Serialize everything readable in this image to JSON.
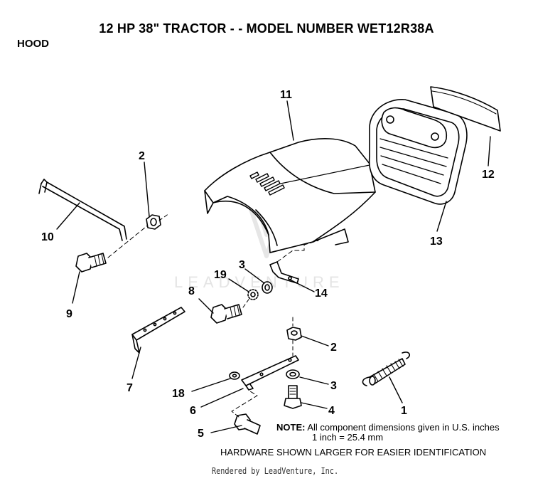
{
  "title": "12 HP 38\" TRACTOR - - MODEL NUMBER WET12R38A",
  "section": "HOOD",
  "watermark": "LEADVENTURE",
  "callouts": {
    "c1": "1",
    "c2a": "2",
    "c2b": "2",
    "c3a": "3",
    "c3b": "3",
    "c4": "4",
    "c5": "5",
    "c6": "6",
    "c7": "7",
    "c8": "8",
    "c9": "9",
    "c10": "10",
    "c11": "11",
    "c12": "12",
    "c13": "13",
    "c14": "14",
    "c18": "18",
    "c19": "19"
  },
  "note": {
    "label": "NOTE:",
    "line1": "All component dimensions given in U.S. inches",
    "line2": "1 inch = 25.4 mm"
  },
  "hardware_note": "HARDWARE SHOWN LARGER FOR EASIER IDENTIFICATION",
  "rendered_by": "Rendered by LeadVenture, Inc."
}
